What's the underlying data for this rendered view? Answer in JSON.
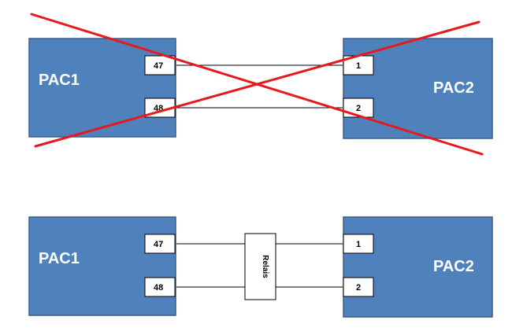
{
  "top": {
    "left_box": "PAC1",
    "right_box": "PAC2",
    "left_pins": [
      "47",
      "48"
    ],
    "right_pins": [
      "1",
      "2"
    ]
  },
  "bottom": {
    "left_box": "PAC1",
    "right_box": "PAC2",
    "left_pins": [
      "47",
      "48"
    ],
    "right_pins": [
      "1",
      "2"
    ],
    "relay": "Relais"
  },
  "colors": {
    "box_fill": "#4f81bd",
    "cross": "#e8191c"
  }
}
